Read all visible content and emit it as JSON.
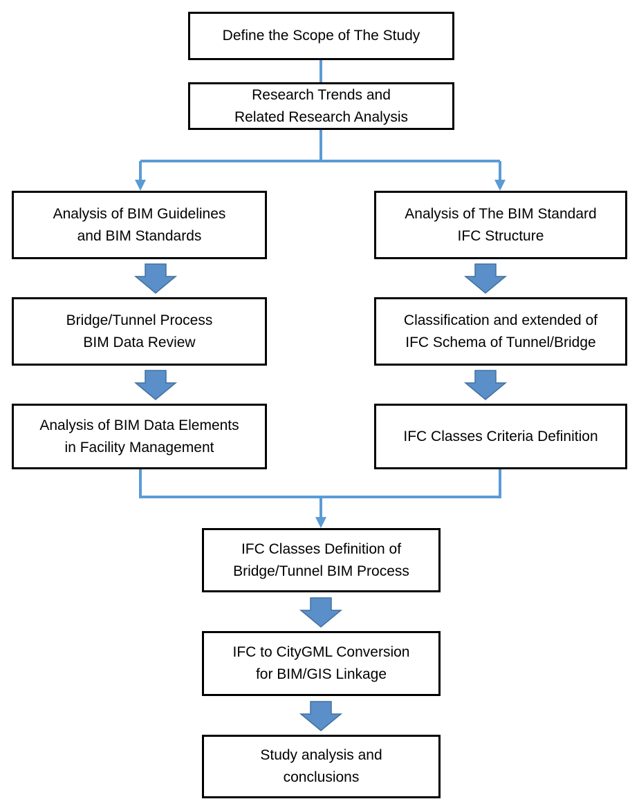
{
  "diagram": {
    "nodes": [
      {
        "id": "scope",
        "lines": [
          "Define the Scope of The Study"
        ]
      },
      {
        "id": "trends",
        "lines": [
          "Research Trends and",
          "Related Research Analysis"
        ]
      },
      {
        "id": "guidelines",
        "lines": [
          "Analysis of BIM Guidelines",
          "and BIM Standards"
        ]
      },
      {
        "id": "ifc_structure",
        "lines": [
          "Analysis of The BIM Standard",
          "IFC Structure"
        ]
      },
      {
        "id": "process_review",
        "lines": [
          "Bridge/Tunnel Process",
          "BIM Data Review"
        ]
      },
      {
        "id": "classification",
        "lines": [
          "Classification and extended of",
          "IFC Schema of Tunnel/Bridge"
        ]
      },
      {
        "id": "data_elements",
        "lines": [
          "Analysis of BIM Data Elements",
          "in Facility Management"
        ]
      },
      {
        "id": "criteria",
        "lines": [
          "IFC Classes Criteria Definition"
        ]
      },
      {
        "id": "classes_definition",
        "lines": [
          "IFC Classes Definition of",
          "Bridge/Tunnel BIM Process"
        ]
      },
      {
        "id": "conversion",
        "lines": [
          "IFC to CityGML Conversion",
          "for BIM/GIS Linkage"
        ]
      },
      {
        "id": "conclusions",
        "lines": [
          "Study analysis and",
          "conclusions"
        ]
      }
    ],
    "edges": [
      {
        "from": "scope",
        "to": "trends",
        "style": "line"
      },
      {
        "from": "trends",
        "to": "guidelines",
        "style": "thin-arrow"
      },
      {
        "from": "trends",
        "to": "ifc_structure",
        "style": "thin-arrow"
      },
      {
        "from": "guidelines",
        "to": "process_review",
        "style": "block-arrow"
      },
      {
        "from": "process_review",
        "to": "data_elements",
        "style": "block-arrow"
      },
      {
        "from": "ifc_structure",
        "to": "classification",
        "style": "block-arrow"
      },
      {
        "from": "classification",
        "to": "criteria",
        "style": "block-arrow"
      },
      {
        "from": "data_elements",
        "to": "classes_definition",
        "style": "thin-arrow"
      },
      {
        "from": "criteria",
        "to": "classes_definition",
        "style": "thin-arrow"
      },
      {
        "from": "classes_definition",
        "to": "conversion",
        "style": "block-arrow"
      },
      {
        "from": "conversion",
        "to": "conclusions",
        "style": "block-arrow"
      }
    ],
    "colors": {
      "connector": "#5b9bd5",
      "block_arrow_fill": "#5b8fc9",
      "block_arrow_stroke": "#41719c",
      "box_border": "#000000",
      "text": "#000000"
    }
  }
}
